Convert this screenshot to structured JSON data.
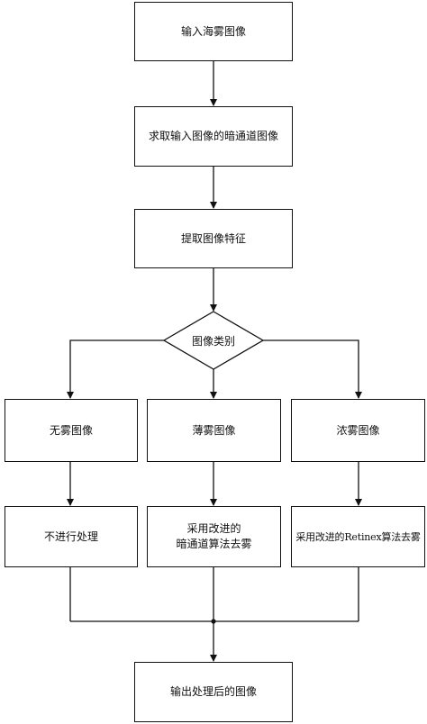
{
  "nodes": {
    "input": "输入海雾图像",
    "dark_channel": "求取输入图像的暗通道图像",
    "extract_features": "提取图像特征",
    "decision": "图像类别",
    "no_fog": "无雾图像",
    "thin_fog": "薄雾图像",
    "thick_fog": "浓雾图像",
    "no_process": "不进行处理",
    "thin_method_line1": "采用改进的",
    "thin_method_line2": "暗通道算法去雾",
    "thick_method": "采用改进的Retinex算法去雾",
    "output": "输出处理后的图像"
  },
  "colors": {
    "line": "#111111",
    "fill": "#ffffff"
  }
}
